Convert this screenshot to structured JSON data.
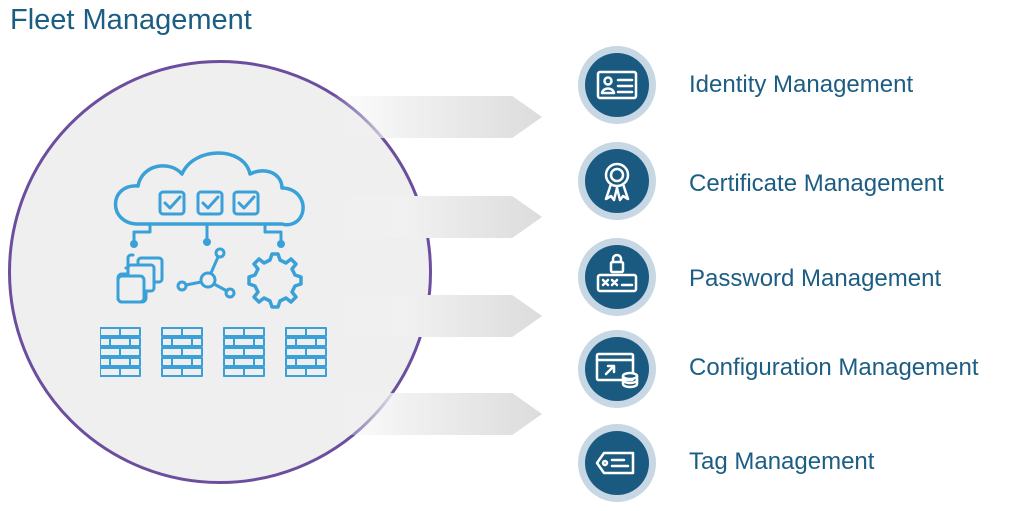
{
  "title": "Fleet Management",
  "hub": {
    "icons": [
      "cloud-icon",
      "checkbox-icon",
      "stacked-squares-icon",
      "network-node-icon",
      "gear-icon",
      "firewall-icon"
    ]
  },
  "features": [
    {
      "label": "Identity Management",
      "icon": "id-card-icon"
    },
    {
      "label": "Certificate Management",
      "icon": "award-ribbon-icon"
    },
    {
      "label": "Password Management",
      "icon": "password-lock-icon"
    },
    {
      "label": "Configuration Management",
      "icon": "config-window-icon"
    },
    {
      "label": "Tag Management",
      "icon": "tag-icon"
    }
  ],
  "colors": {
    "title": "#1c5d84",
    "circle_border": "#6b4f9e",
    "circle_fill": "#efefef",
    "hub_icon_stroke": "#3aa0d8",
    "feature_icon_fill": "#1a5a80",
    "feature_icon_ring": "#c8d7e4",
    "label": "#1c5d84"
  }
}
